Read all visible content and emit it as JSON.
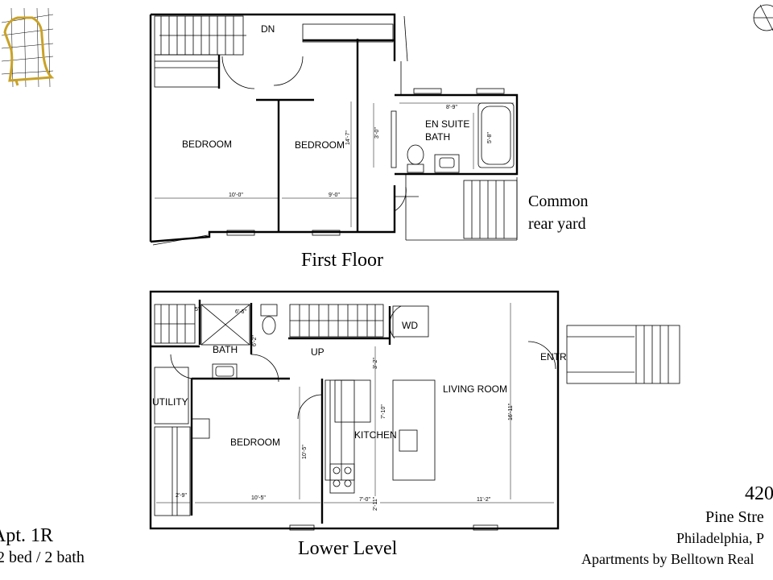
{
  "first_floor": {
    "label": "First Floor",
    "rooms": {
      "bedroom_left": "BEDROOM",
      "bedroom_right": "BEDROOM",
      "en_suite_line1": "EN SUITE",
      "en_suite_line2": "BATH",
      "stairs_down": "DN"
    },
    "dimensions": {
      "left_bedroom_width": "10'-0\"",
      "right_bedroom_width": "9'-0\"",
      "bedroom_depth": "14'-7\"",
      "bath_width": "8'-9\"",
      "bath_closet": "3'-0\"",
      "tub_length": "5'-8\""
    }
  },
  "common_yard": {
    "line1": "Common",
    "line2": "rear yard"
  },
  "lower_level": {
    "label": "Lower Level",
    "rooms": {
      "bath": "BATH",
      "utility": "UTILITY",
      "bedroom": "BEDROOM",
      "kitchen": "KITCHEN",
      "living_room": "LIVING ROOM",
      "washer_dryer": "WD",
      "stairs_up": "UP",
      "entry": "ENTR"
    },
    "dimensions": {
      "shower_left": "5'",
      "shower_width": "6'-6\"",
      "bath_depth": "6'-2\"",
      "kitchen_stair": "3'-2\"",
      "kitchen_depth": "7'-10\"",
      "bedroom_depth": "10'-5\"",
      "bedroom_width": "10'-5\"",
      "utility_width": "2'-9\"",
      "kitchen_width": "7'-0\"",
      "kitchen_counter": "2'-11\"",
      "living_width": "11'-2\"",
      "living_depth": "16'-11\""
    }
  },
  "apartment": {
    "unit": "Apt. 1R",
    "summary": "2 bed / 2 bath"
  },
  "address": {
    "number": "420",
    "street": "Pine Stre",
    "city": "Philadelphia, P",
    "agency": "Apartments by Belltown Real"
  },
  "logo": {
    "icon": "liberty-bell-logo"
  },
  "compass": {
    "icon": "north-arrow-icon"
  }
}
